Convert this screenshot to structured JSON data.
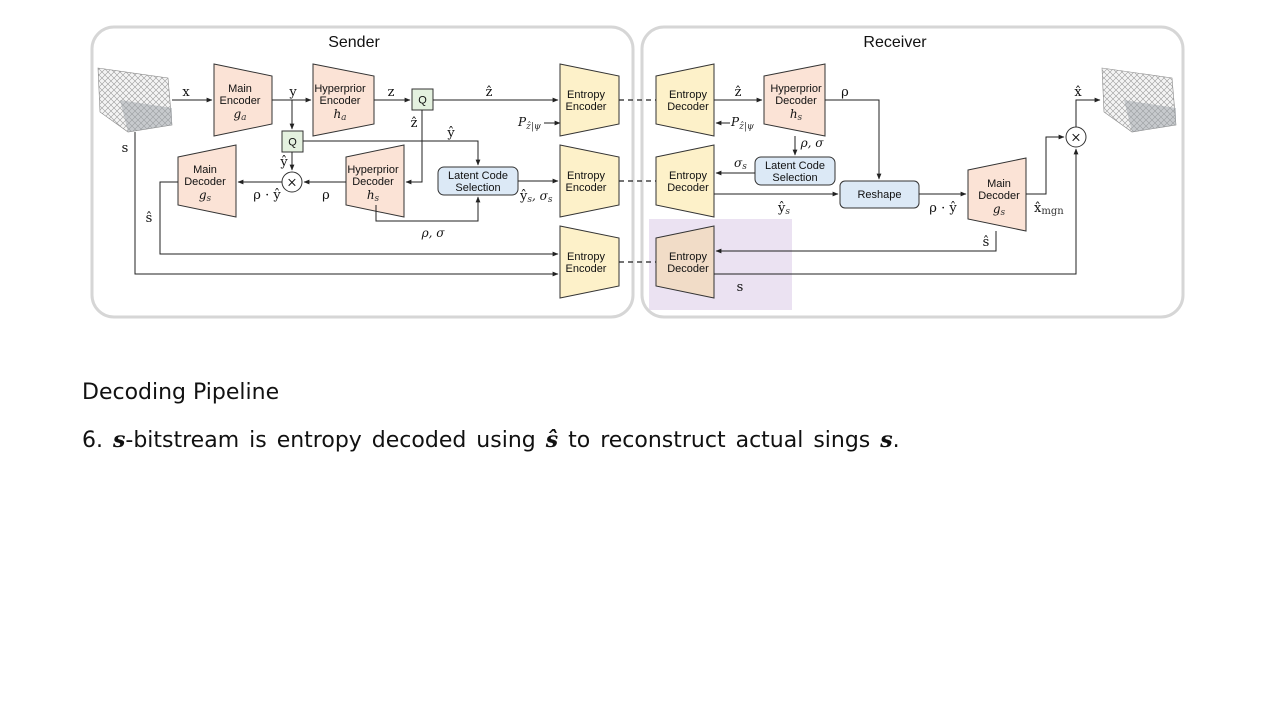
{
  "panels": {
    "sender": "Sender",
    "receiver": "Receiver"
  },
  "blocks": {
    "main_encoder": [
      "Main",
      "Encoder"
    ],
    "hyperprior_encoder": [
      "Hyperprior",
      "Encoder"
    ],
    "hyperprior_decoder": [
      "Hyperprior",
      "Decoder"
    ],
    "main_decoder": [
      "Main",
      "Decoder"
    ],
    "entropy_encoder": [
      "Entropy",
      "Encoder"
    ],
    "entropy_decoder": [
      "Entropy",
      "Decoder"
    ],
    "latent_code_selection": [
      "Latent Code",
      "Selection"
    ],
    "reshape": "Reshape",
    "quantizer": "Q"
  },
  "symbols": {
    "g_a": "g",
    "g_a_sub": "a",
    "h_a": "h",
    "h_a_sub": "a",
    "h_s": "h",
    "h_s_sub": "s",
    "g_s": "g",
    "g_s_sub": "s",
    "x": "x",
    "y": "y",
    "z": "z",
    "z_hat": "ẑ",
    "y_hat": "ŷ",
    "s": "s",
    "s_hat": "ŝ",
    "x_hat": "x̂",
    "x_hat_mgn": "x̂",
    "mgn_sub": "mgn",
    "rho": "ρ",
    "rho_sigma": "ρ, σ",
    "rho_y_hat": "ρ · ŷ",
    "y_hat_s": "ŷ",
    "s_sub": "s",
    "sigma": "σ",
    "y_hat_s_sigma_s": "ŷ",
    "comma_sigma": ", σ",
    "p_z": "P",
    "p_z_sub": "ẑ|ψ",
    "times": "×"
  },
  "text": {
    "heading": "Decoding Pipeline",
    "step_number": "6.",
    "step_math_s": "s",
    "step_part1": "-bitstream is entropy decoded using",
    "step_math_s_hat": "ŝ",
    "step_part2": "to reconstruct actual sings",
    "step_math_s_end": "s",
    "step_period": "."
  },
  "colors": {
    "main_block": "#fbe3d6",
    "entropy_block": "#fdf1c9",
    "latent_block": "#dce9f6",
    "quantizer_block": "#e4f1df",
    "highlight": "#e8ddf0",
    "highlight_block": "#f1dcc7",
    "panel_border": "#d6d6d6"
  }
}
